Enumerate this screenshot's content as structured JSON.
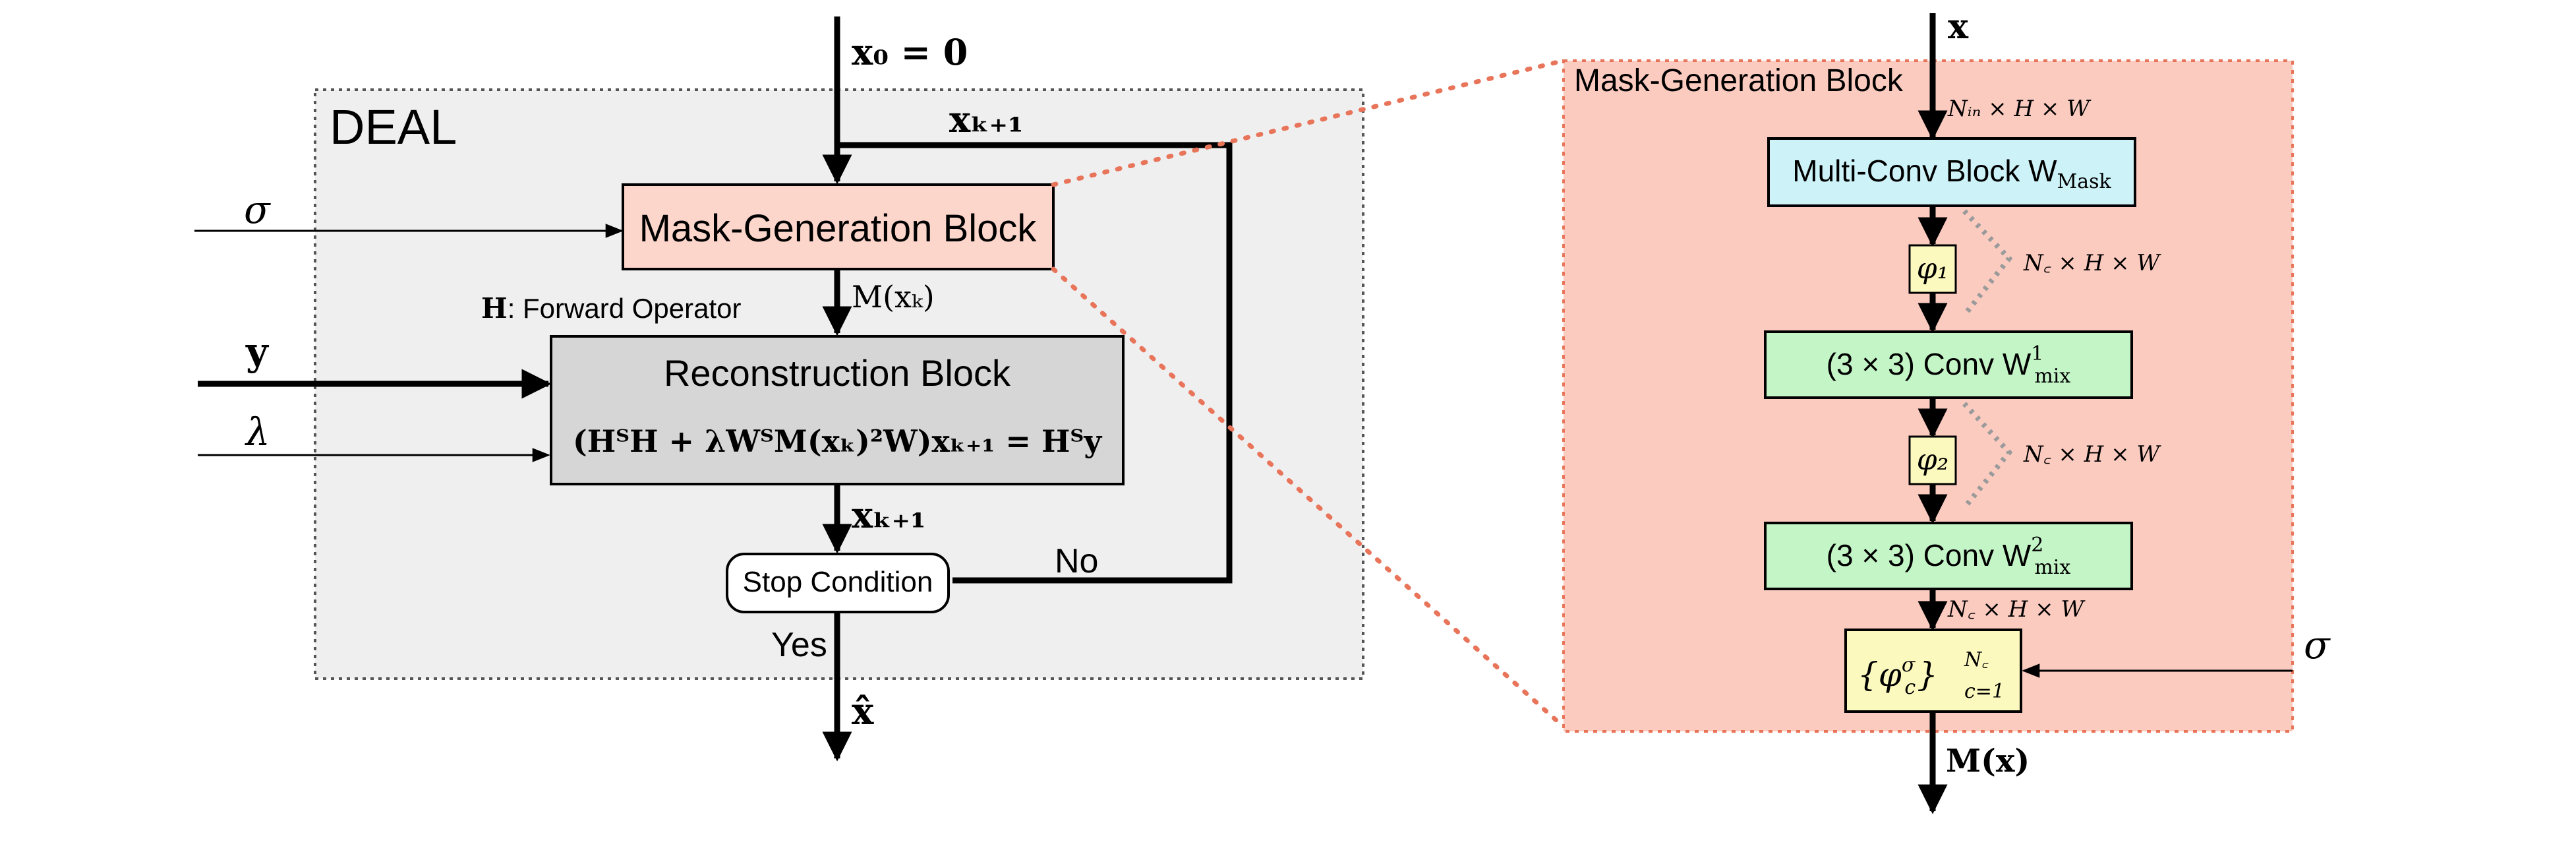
{
  "left_panel": {
    "title": "DEAL",
    "input_x0": "x₀ = 0",
    "loop_label": "xₖ₊₁",
    "sigma": "σ",
    "y": "y",
    "lambda": "λ",
    "mask_block": "Mask-Generation Block",
    "forward_op_symbol": "H",
    "forward_op_text": ": Forward Operator",
    "mask_output": "M(xₖ)",
    "recon_title": "Reconstruction Block",
    "recon_equation": "(HᵀH + λWᵀM(xₖ)²W)xₖ₊₁ = Hᵀy",
    "recon_output": "xₖ₊₁",
    "stop": "Stop Condition",
    "no": "No",
    "yes": "Yes",
    "output": "x̂"
  },
  "right_panel": {
    "title": "Mask-Generation Block",
    "input": "x",
    "dim_in": "Nᵢₙ × H × W",
    "multi_conv": "Multi-Conv Block W",
    "multi_conv_sub": "Mask",
    "phi1": "φ₁",
    "phi2": "φ₂",
    "dim_c1": "N꜀ × H × W",
    "dim_c2": "N꜀ × H × W",
    "dim_c3": "N꜀ × H × W",
    "conv1_prefix": "(3 × 3) Conv W",
    "conv1_sup": "1",
    "conv1_sub": "mix",
    "conv2_prefix": "(3 × 3) Conv W",
    "conv2_sup": "2",
    "conv2_sub": "mix",
    "act_main": "{φ",
    "act_sup": "σ",
    "act_c": "c",
    "act_close": "}",
    "act_upper": "N꜀",
    "act_lower": "c=1",
    "sigma": "σ",
    "output": "M(x)"
  },
  "colors": {
    "mask_block_fill": "#fcd5cb",
    "panel_fill": "#efefef",
    "recon_fill": "#d6d6d6",
    "right_panel_fill": "#fccbc0",
    "multi_conv_fill": "#cdf2f8",
    "conv_fill": "#c4f5c7",
    "activation_fill": "#fcf9bf",
    "dotted_red": "#e8745a",
    "dotted_gray": "#9a9a9a"
  }
}
